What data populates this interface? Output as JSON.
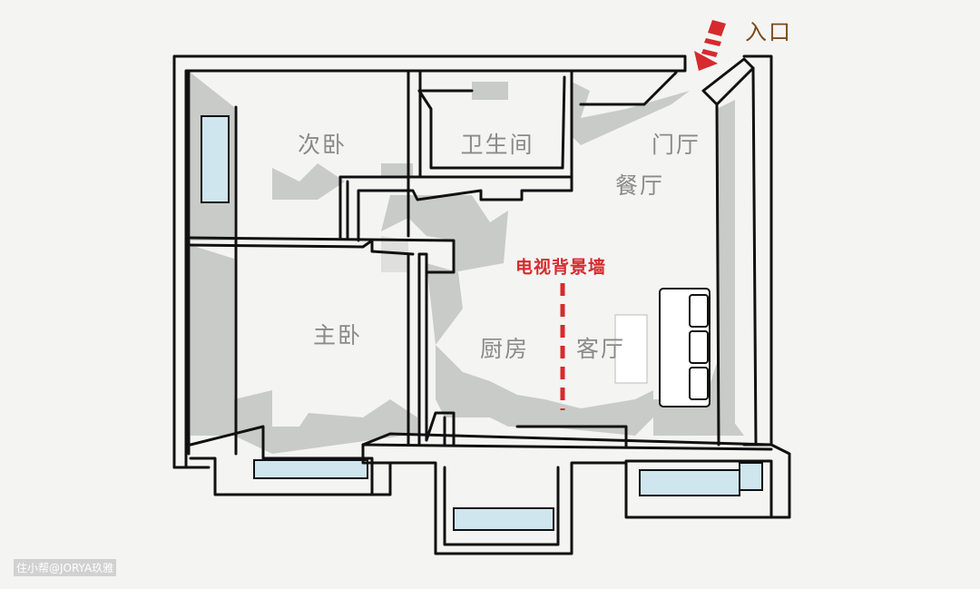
{
  "title": "户型平面图",
  "entrance_label": "入口",
  "rooms": {
    "second_bedroom": "次卧",
    "bathroom": "卫生间",
    "foyer": "门厅",
    "dining": "餐厅",
    "master_bedroom": "主卧",
    "kitchen": "厨房",
    "living": "客厅"
  },
  "annotation": "电视背景墙",
  "watermark": "住小帮@JORYA玖雅",
  "colors": {
    "wall": "#111111",
    "shadow": "#c9cbc9",
    "accent": "#d62a2e",
    "entrance": "#7a4a1a",
    "window": "#cfe6ee"
  }
}
